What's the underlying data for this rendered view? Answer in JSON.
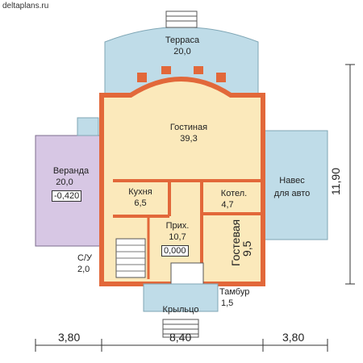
{
  "site": "deltaplans.ru",
  "rooms": {
    "terrace": {
      "name": "Терраса",
      "area": "20,0"
    },
    "living": {
      "name": "Гостиная",
      "area": "39,3"
    },
    "veranda": {
      "name": "Веранда",
      "area": "20,0",
      "level": "-0,420"
    },
    "kitchen": {
      "name": "Кухня",
      "area": "6,5"
    },
    "boiler": {
      "name": "Котел.",
      "area": "4,7"
    },
    "hall": {
      "name": "Прих.",
      "area": "10,7",
      "level": "0,000"
    },
    "guest": {
      "name": "Гостевая",
      "area": "9,5"
    },
    "bath": {
      "name": "С/У",
      "area": "2,0"
    },
    "vestibule": {
      "name": "Тамбур",
      "area": "1,5"
    },
    "porch": {
      "name": "Крыльцо"
    },
    "carport": {
      "line1": "Навес",
      "line2": "для авто"
    }
  },
  "dimensions": {
    "left": "3,80",
    "middle": "8,40",
    "right": "3,80",
    "height": "11,90"
  }
}
